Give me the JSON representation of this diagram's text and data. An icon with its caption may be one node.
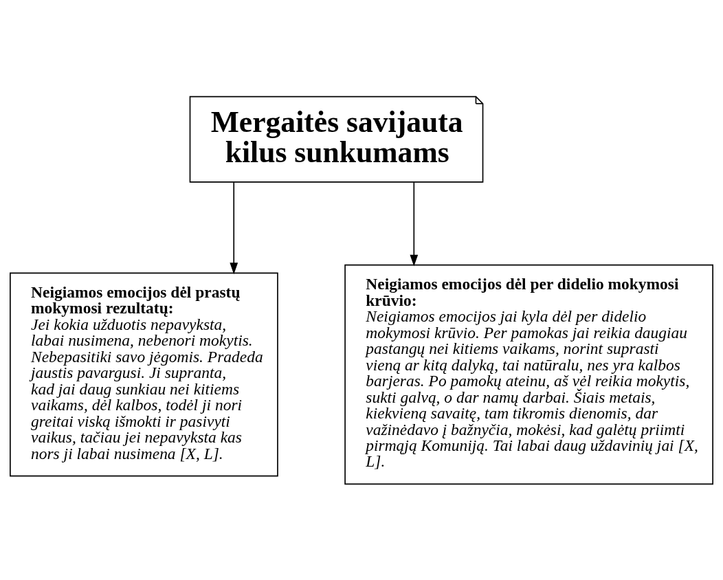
{
  "diagram": {
    "nodes": [
      {
        "text": [
          "Mergaitės savijauta kilus sunkumams"
        ]
      },
      {
        "text": [
          "Neigiamos emocijos dėl prastų mokymosi rezultatų:",
          "Jei kokia užduotis nepavyksta, labai nusimena, nebenori mokytis. Nebepasitiki savo jėgomis. Pradeda jaustis pavargusi. Ji supranta, kad jai daug sunkiau nei kitiems vaikams, dėl kalbos, todėl ji nori greitai viską išmokti ir pasivyti vaikus, tačiau jei nepavyksta kas nors ji labai nusimena [X, L]."
        ]
      },
      {
        "text": [
          "Neigiamos emocijos dėl per didelio mokymosi krūvio:",
          "Neigiamos emocijos jai kyla dėl per didelio mokymosi krūvio. Per pamokas jai reikia daugiau pastangų nei kitiems vaikams, norint suprasti vieną ar kitą dalyką, tai natūralu, nes yra kalbos barjeras. Po pamokų ateinu, aš vėl reikia mokytis, sukti galvą, o dar namų darbai. Šiais metais, kiekvieną savaitę, tam tikromis dienomis, dar važinėdavo į bažnyčia, mokėsi, kad galėtų priimti pirmąją Komuniją. Tai labai daug uždavinių jai [X, L]."
        ]
      }
    ],
    "edges": [
      {
        "from": 0,
        "to": 1,
        "arrow": "to"
      },
      {
        "from": 0,
        "to": 2,
        "arrow": "to"
      }
    ]
  }
}
